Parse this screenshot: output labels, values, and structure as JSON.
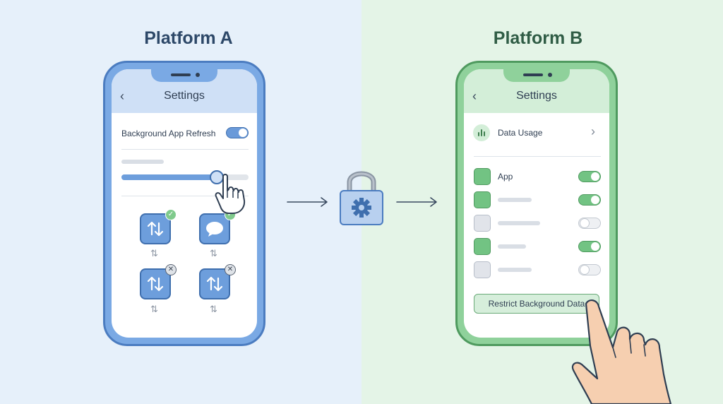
{
  "platform_a": {
    "title": "Platform A",
    "header_title": "Settings",
    "back_icon": "chevron-left-icon",
    "toggle_label": "Background App Refresh",
    "toggle_state": "on",
    "slider_level": 0.78,
    "apps": [
      {
        "icon": "transfer-arrows-icon",
        "status": "allowed"
      },
      {
        "icon": "chat-bubble-icon",
        "status": "allowed"
      },
      {
        "icon": "transfer-arrows-icon",
        "status": "blocked"
      },
      {
        "icon": "transfer-arrows-icon",
        "status": "blocked"
      }
    ],
    "accent": "#6d9edc"
  },
  "platform_b": {
    "title": "Platform B",
    "header_title": "Settings",
    "back_icon": "chevron-left-icon",
    "data_usage_label": "Data Usage",
    "data_usage_icon": "bar-chart-icon",
    "app_label": "App",
    "app_rows": [
      {
        "label": "App",
        "toggle": "on"
      },
      {
        "label": "",
        "toggle": "on"
      },
      {
        "label": "",
        "toggle": "off"
      },
      {
        "label": "",
        "toggle": "on"
      },
      {
        "label": "",
        "toggle": "off"
      }
    ],
    "restrict_button": "Restrict Background Data",
    "accent": "#72c383"
  },
  "center": {
    "icon": "padlock-gear-icon"
  }
}
